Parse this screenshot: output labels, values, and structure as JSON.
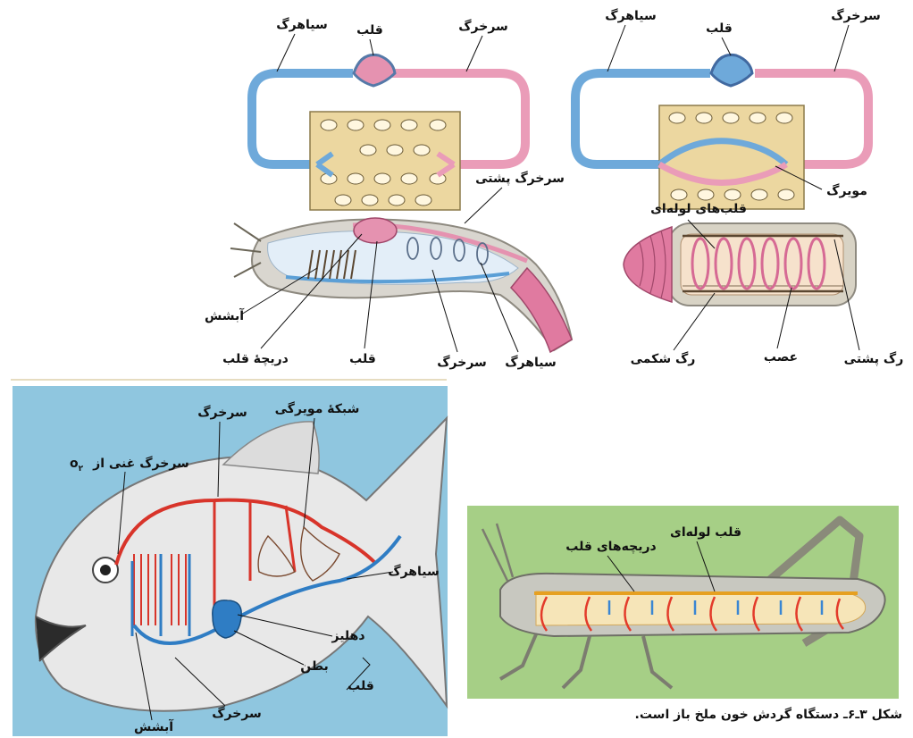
{
  "closed_diagram": {
    "vein": "سیاهرگ",
    "heart": "قلب",
    "artery": "سرخرگ"
  },
  "open_diagram": {
    "vein": "سیاهرگ",
    "heart": "قلب",
    "artery": "سرخرگ",
    "capillary": "مویرگ"
  },
  "shrimp": {
    "dorsal_artery": "سرخرگ پشتی",
    "gills": "آبشش",
    "heart_valve": "دریچهٔ قلب",
    "heart": "قلب",
    "artery": "سرخرگ",
    "vein": "سیاهرگ"
  },
  "worm": {
    "tubular_hearts": "قلب‌های لوله‌ای",
    "dorsal_vessel": "رگ پشتی",
    "nerve": "عصب",
    "ventral_vessel": "رگ شکمی"
  },
  "fish": {
    "artery_top": "سرخرگ",
    "capillary_network": "شبکهٔ مویرگی",
    "oxygen_rich_artery": "سرخرگ غنی از",
    "oxygen_formula": "o",
    "oxygen_subscript": "۲",
    "vein": "سیاهرگ",
    "atrium": "دهلیز",
    "ventricle": "بطن",
    "heart": "قلب",
    "artery_bottom": "سرخرگ",
    "gills": "آبشش"
  },
  "grasshopper": {
    "tubular_heart": "قلب لوله‌ای",
    "heart_valves": "دریچه‌های قلب"
  },
  "caption": "شکل ۳ـ۶ـ دستگاه گردش خون ملخ باز است.",
  "colors": {
    "blood_blue": "#5b9fd6",
    "blood_pink": "#e592b0",
    "tissue": "#ecd7a0",
    "fish_bg": "#8fc6df",
    "grass_bg": "#a6cf86",
    "red_vessel": "#d8342a",
    "blue_vessel": "#2f7dc4"
  }
}
